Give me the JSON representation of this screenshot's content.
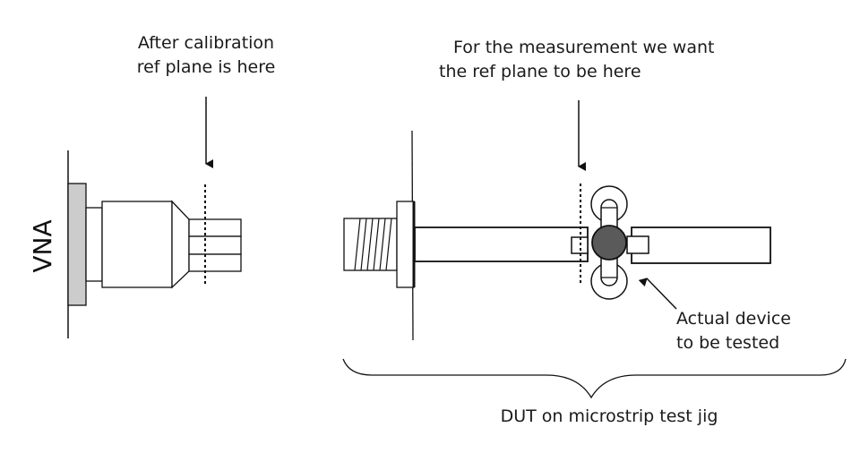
{
  "diagram": {
    "vna_label": "VNA",
    "annotations": {
      "after_calibration": [
        "After calibration",
        "ref plane is here"
      ],
      "for_measurement": [
        "For the measurement we want",
        "the ref plane to be here"
      ],
      "actual_device": [
        "Actual device",
        "to be tested"
      ],
      "dut_jig": "DUT on microstrip test jig"
    },
    "colors": {
      "stroke": "#111111",
      "panel_gray": "#cccccc",
      "device_fill": "#5a5a5a",
      "background": "#ffffff"
    },
    "components": [
      {
        "name": "VNA port panel"
      },
      {
        "name": "Calibration connector / adapter"
      },
      {
        "name": "Calibration reference plane (dotted)"
      },
      {
        "name": "Threaded SMA connector"
      },
      {
        "name": "Microstrip test jig"
      },
      {
        "name": "Desired reference plane (dotted)"
      },
      {
        "name": "Device under test"
      }
    ]
  }
}
